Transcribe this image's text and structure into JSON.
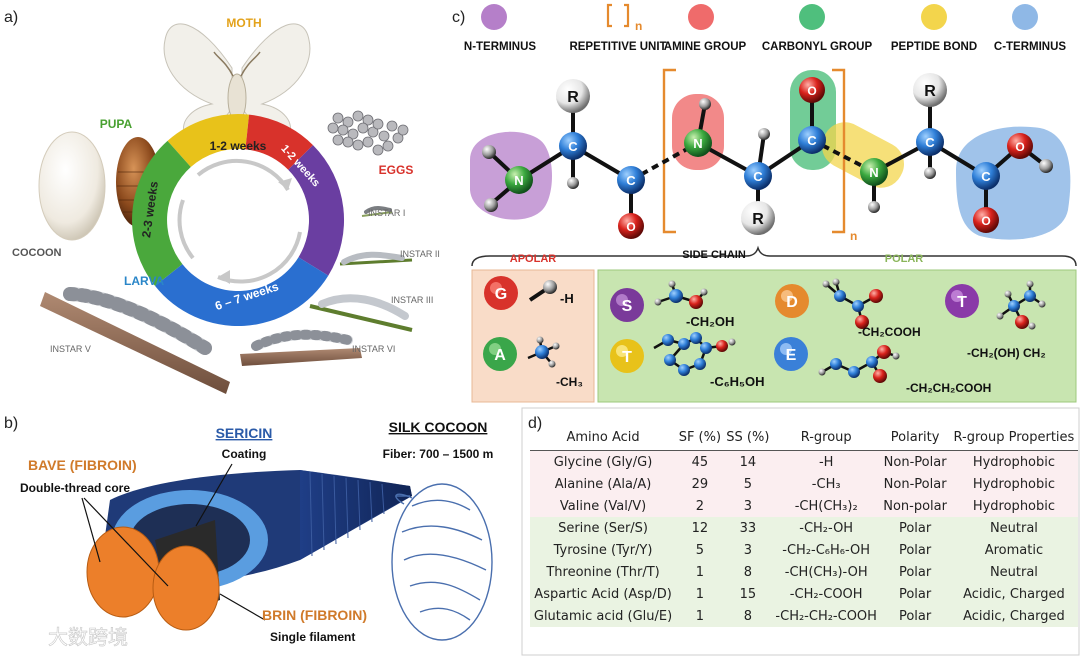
{
  "panel_a": {
    "letter": "a)",
    "moth": "MOTH",
    "pupa": "PUPA",
    "eggs": "EGGS",
    "cocoon": "COCOON",
    "larva": "LARVA",
    "cycle": [
      "1-2 weeks",
      "1-2 weeks",
      "6 – 7 weeks",
      "2-3 weeks"
    ],
    "instars": [
      "INSTAR I",
      "INSTAR II",
      "INSTAR III",
      "INSTAR V",
      "INSTAR VI"
    ],
    "colors": {
      "green": "#4aa83c",
      "yellow": "#e8c21a",
      "red": "#d8322b",
      "purple": "#6a3ea1",
      "blue": "#2a6fd0",
      "label_green": "#48a030",
      "label_red": "#d8322b",
      "label_blue": "#2a86c8",
      "label_moth": "#e3a21a"
    }
  },
  "panel_b": {
    "letter": "b)",
    "bave_title": "BAVE (FIBROIN)",
    "bave_sub": "Double-thread core",
    "sericin_title": "SERICIN",
    "sericin_sub": "Coating",
    "cocoon_title": "SILK COCOON",
    "fiber": "Fiber: 700 – 1500 m",
    "brin_title": "BRIN (FIBROIN)",
    "brin_sub": "Single filament",
    "watermark": "大数跨境"
  },
  "panel_c": {
    "letter": "c)",
    "legend": [
      {
        "label": "N-TERMINUS",
        "color": "#b57fc9"
      },
      {
        "label": "REPETITIVE UNIT",
        "color": "#e58a2e"
      },
      {
        "label": "AMINE GROUP",
        "color": "#ef6b6b"
      },
      {
        "label": "CARBONYL GROUP",
        "color": "#4fbf7d"
      },
      {
        "label": "PEPTIDE BOND",
        "color": "#f3d54c"
      },
      {
        "label": "C-TERMINUS",
        "color": "#8fb8e6"
      }
    ],
    "repeat_n": "n",
    "atoms": {
      "C": "C",
      "N": "N",
      "O": "O",
      "R": "R"
    },
    "side_chain": "SIDE CHAIN",
    "apolar": "APOLAR",
    "polar": "POLAR",
    "apolar_items": [
      {
        "letter": "G",
        "group": "-H",
        "color": "#d8322b"
      },
      {
        "letter": "A",
        "group": "-CH₃",
        "color": "#3aa64a"
      }
    ],
    "polar_items": [
      {
        "letter": "S",
        "group": "-CH₂OH",
        "color": "#7a3a9a"
      },
      {
        "letter": "T",
        "group": "-C₆H₅OH",
        "color": "#e8c21a"
      },
      {
        "letter": "D",
        "group": "-CH₂COOH",
        "color": "#e58a2e"
      },
      {
        "letter": "E",
        "group": "-CH₂CH₂COOH",
        "color": "#3a80d8"
      },
      {
        "letter": "T",
        "group": "-CH₂(OH) CH₂",
        "color": "#8a3aa8"
      }
    ]
  },
  "panel_d": {
    "letter": "d)",
    "headers": [
      "Amino Acid",
      "SF (%)",
      "SS (%)",
      "R-group",
      "Polarity",
      "R-group Properties"
    ],
    "rows": [
      {
        "name": "Glycine (Gly/G)",
        "sf": "45",
        "ss": "14",
        "r": "-H",
        "polarity": "Non-Polar",
        "props": "Hydrophobic",
        "tone": "pink"
      },
      {
        "name": "Alanine (Ala/A)",
        "sf": "29",
        "ss": "5",
        "r": "-CH₃",
        "polarity": "Non-Polar",
        "props": "Hydrophobic",
        "tone": "pink"
      },
      {
        "name": "Valine (Val/V)",
        "sf": "2",
        "ss": "3",
        "r": "-CH(CH₃)₂",
        "polarity": "Non-polar",
        "props": "Hydrophobic",
        "tone": "pink"
      },
      {
        "name": "Serine (Ser/S)",
        "sf": "12",
        "ss": "33",
        "r": "-CH₂-OH",
        "polarity": "Polar",
        "props": "Neutral",
        "tone": "green"
      },
      {
        "name": "Tyrosine (Tyr/Y)",
        "sf": "5",
        "ss": "3",
        "r": "-CH₂-C₆H₆-OH",
        "polarity": "Polar",
        "props": "Aromatic",
        "tone": "green"
      },
      {
        "name": "Threonine (Thr/T)",
        "sf": "1",
        "ss": "8",
        "r": "-CH(CH₃)-OH",
        "polarity": "Polar",
        "props": "Neutral",
        "tone": "green"
      },
      {
        "name": "Aspartic Acid (Asp/D)",
        "sf": "1",
        "ss": "15",
        "r": "-CH₂-COOH",
        "polarity": "Polar",
        "props": "Acidic, Charged",
        "tone": "green"
      },
      {
        "name": "Glutamic acid (Glu/E)",
        "sf": "1",
        "ss": "8",
        "r": "-CH₂-CH₂-COOH",
        "polarity": "Polar",
        "props": "Acidic, Charged",
        "tone": "green"
      }
    ]
  }
}
